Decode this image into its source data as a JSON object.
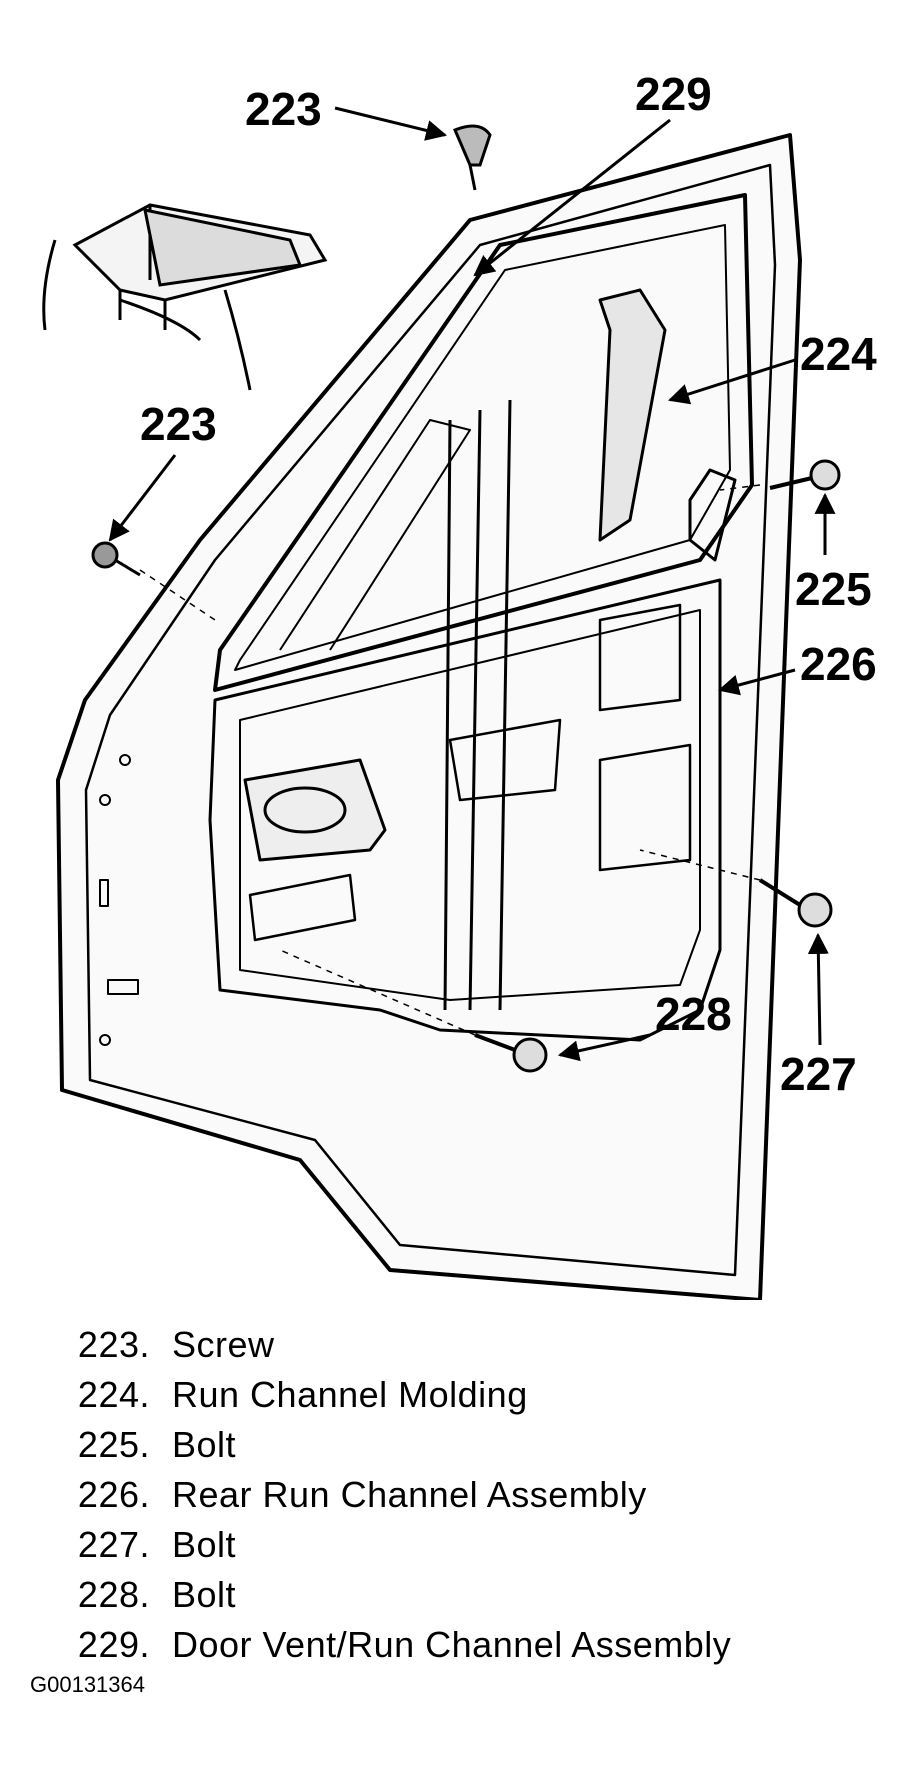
{
  "diagram": {
    "callouts": [
      "223",
      "229",
      "223",
      "224",
      "225",
      "226",
      "227",
      "228"
    ]
  },
  "legend": [
    {
      "num": "223.",
      "label": "Screw"
    },
    {
      "num": "224.",
      "label": "Run Channel Molding"
    },
    {
      "num": "225.",
      "label": "Bolt"
    },
    {
      "num": "226.",
      "label": "Rear Run Channel Assembly"
    },
    {
      "num": "227.",
      "label": "Bolt"
    },
    {
      "num": "228.",
      "label": "Bolt"
    },
    {
      "num": "229.",
      "label": "Door Vent/Run Channel Assembly"
    }
  ],
  "figure_id": "G00131364"
}
